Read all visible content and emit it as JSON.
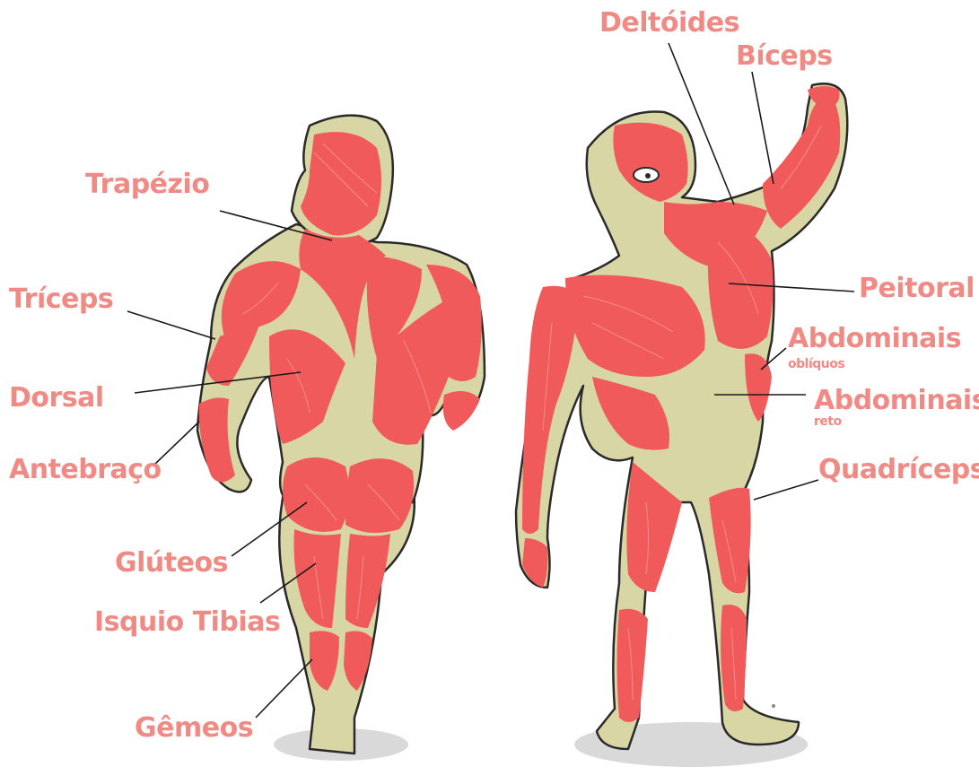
{
  "labels": {
    "trapezio": "Trapézio",
    "triceps": "Tríceps",
    "dorsal": "Dorsal",
    "antebraco": "Antebraço",
    "gluteos": "Glúteos",
    "isquio_tibias": "Isquio Tibias",
    "gemeos": "Gêmeos",
    "deltoides": "Deltóides",
    "biceps": "Bíceps",
    "peitoral": "Peitoral",
    "abdominais_obliquos": "Abdominais",
    "obliquos_sub": "oblíquos",
    "abdominais_reto": "Abdominais",
    "reto_sub": "reto",
    "quadriceps": "Quadríceps"
  },
  "colors": {
    "label": "#f08a84",
    "muscle": "#f05a5a",
    "skin": "#d8d6a4",
    "outline": "#2a2a2a"
  }
}
